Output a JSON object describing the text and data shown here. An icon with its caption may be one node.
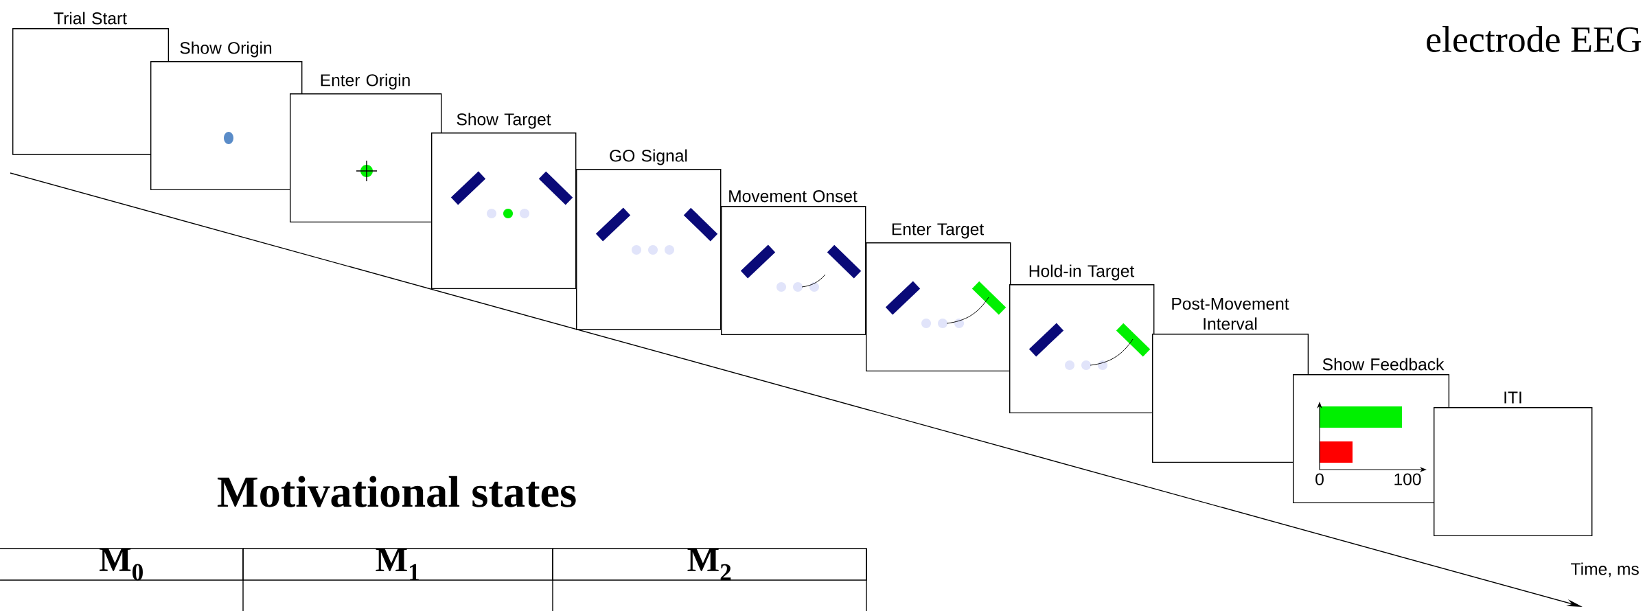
{
  "diagram": {
    "nodes": [
      {
        "text": [
          "Trial Start"
        ]
      },
      {
        "text": [
          "Show Origin"
        ]
      },
      {
        "text": [
          "Enter Origin"
        ]
      },
      {
        "text": [
          "Show Target"
        ]
      },
      {
        "text": [
          "GO Signal"
        ]
      },
      {
        "text": [
          "Movement Onset"
        ]
      },
      {
        "text": [
          "Enter Target"
        ]
      },
      {
        "text": [
          "Hold-in Target"
        ]
      },
      {
        "text": [
          "Post-Movement Interval"
        ]
      },
      {
        "text": [
          "Show Feedback"
        ]
      },
      {
        "text": [
          "ITI"
        ]
      }
    ],
    "labels": [
      "electrode EEG",
      "0",
      "100",
      "Motivational states",
      "Time, ms",
      "M$_{0}$",
      "M$_{1}$",
      "M$_{2}$"
    ]
  }
}
